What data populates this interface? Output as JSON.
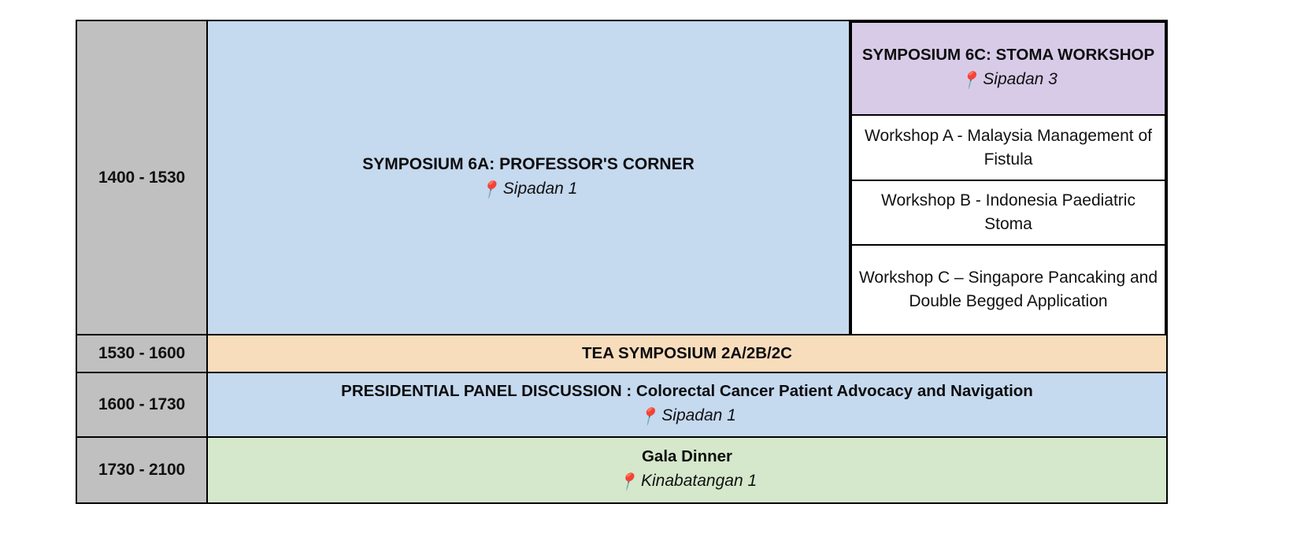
{
  "schedule": {
    "rows": [
      {
        "id": "row-1400-1530",
        "time": "1400 - 1530",
        "left_session": {
          "title": "SYMPOSIUM 6A: PROFESSOR'S CORNER",
          "venue": "Sipadan 1",
          "pin_icon": "round-pushpin-icon",
          "color": "#c5d9ef"
        },
        "right_column": {
          "header": {
            "title": "SYMPOSIUM 6C: STOMA WORKSHOP",
            "venue": "Sipadan 3",
            "pin_icon": "round-pushpin-icon",
            "color": "#d8cbe8"
          },
          "workshops": [
            {
              "label": "Workshop A - Malaysia Management of Fistula",
              "color": "#ffffff"
            },
            {
              "label": "Workshop B - Indonesia Paediatric Stoma",
              "color": "#ffffff"
            },
            {
              "label": "Workshop C – Singapore Pancaking and Double Begged Application",
              "color": "#ffffff"
            }
          ]
        }
      },
      {
        "id": "row-1530-1600",
        "time": "1530 - 1600",
        "session": {
          "title": "TEA SYMPOSIUM 2A/2B/2C",
          "venue": "",
          "color": "#f8ddbd"
        }
      },
      {
        "id": "row-1600-1730",
        "time": "1600 - 1730",
        "session": {
          "title": "PRESIDENTIAL PANEL DISCUSSION : Colorectal Cancer Patient Advocacy and Navigation",
          "venue": "Sipadan 1",
          "pin_icon": "round-pushpin-icon",
          "color": "#c5d9ef"
        }
      },
      {
        "id": "row-1730-2100",
        "time": "1730 - 2100",
        "session": {
          "title": "Gala Dinner",
          "venue": "Kinabatangan 1",
          "pin_icon": "round-pushpin-icon",
          "color": "#d5e8cb"
        }
      }
    ],
    "pin_glyph": "📍",
    "colors": {
      "time_column": "#c0c0c0",
      "blue": "#c5d9ef",
      "purple": "#d8cbe8",
      "orange": "#f8ddbd",
      "green": "#d5e8cb",
      "border": "#000000"
    }
  }
}
